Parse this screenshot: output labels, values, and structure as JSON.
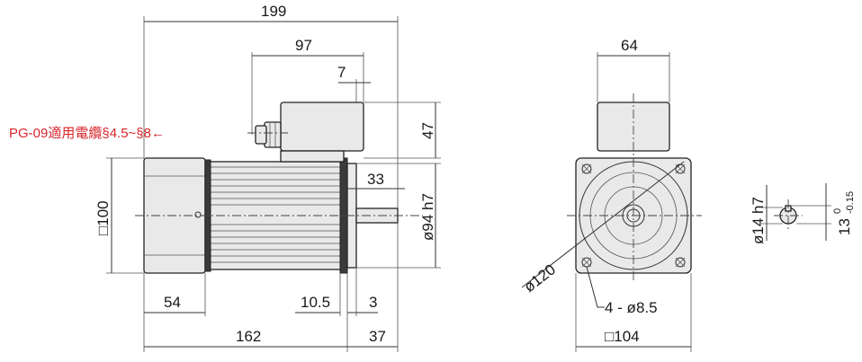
{
  "side_view": {
    "overall_length": "199",
    "box_width": "97",
    "box_offset": "7",
    "box_height": "47",
    "flange_thickness": "33",
    "shaft_dia": "ø94 h7",
    "frame_square": "□100",
    "rear_cover": "54",
    "body_length": "162",
    "pilot_length": "10.5",
    "flange_step": "3",
    "shaft_length": "37",
    "gland_note": "PG-09適用電纜§4.5~§8←"
  },
  "front_view": {
    "box_width": "64",
    "bolt_circle": "ø120",
    "holes": "4 - ø8.5",
    "flange_square": "□104"
  },
  "shaft_section": {
    "shaft_dia": "ø14 h7",
    "key_depth": "13",
    "tol_upper": "0",
    "tol_lower": "-0.15"
  },
  "colors": {
    "note": "#d6262b",
    "line": "#333333",
    "body": "#e9e9e9"
  }
}
